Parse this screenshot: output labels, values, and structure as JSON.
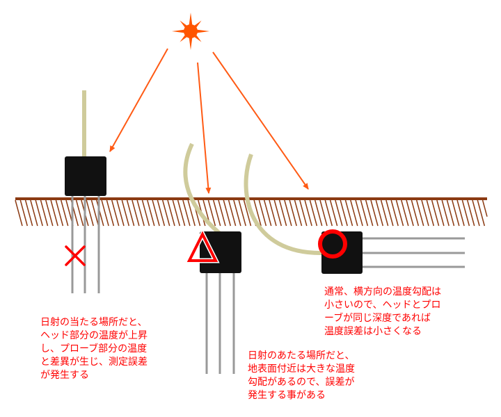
{
  "colors": {
    "sun": "#ff5500",
    "arrow": "#ff5a14",
    "ground": "#8b3a12",
    "cable": "#cfcb9b",
    "sensor": "#111111",
    "probe": "#999999",
    "mark": "#ff0000"
  },
  "icons": {
    "sun": "sun-icon",
    "cross": "cross-mark-icon",
    "triangle": "triangle-mark-icon",
    "circle": "circle-mark-icon"
  },
  "notes": {
    "vertical_sensor": [
      "日射の当たる場所だと、",
      "ヘッド部分の温度が上昇",
      "し、プローブ部分の温度",
      "と差異が生じ、測定誤差",
      "が発生する"
    ],
    "buried_vertical_sensor": [
      "日射のあたる場所だと、",
      "地表面付近は大きな温度",
      "勾配があるので、誤差が",
      "発生する事がある"
    ],
    "horizontal_sensor": [
      "通常、横方向の温度勾配は",
      "小さいので、ヘッドとプロ",
      "ーブが同じ深度であれば",
      "温度誤差は小さくなる"
    ]
  }
}
